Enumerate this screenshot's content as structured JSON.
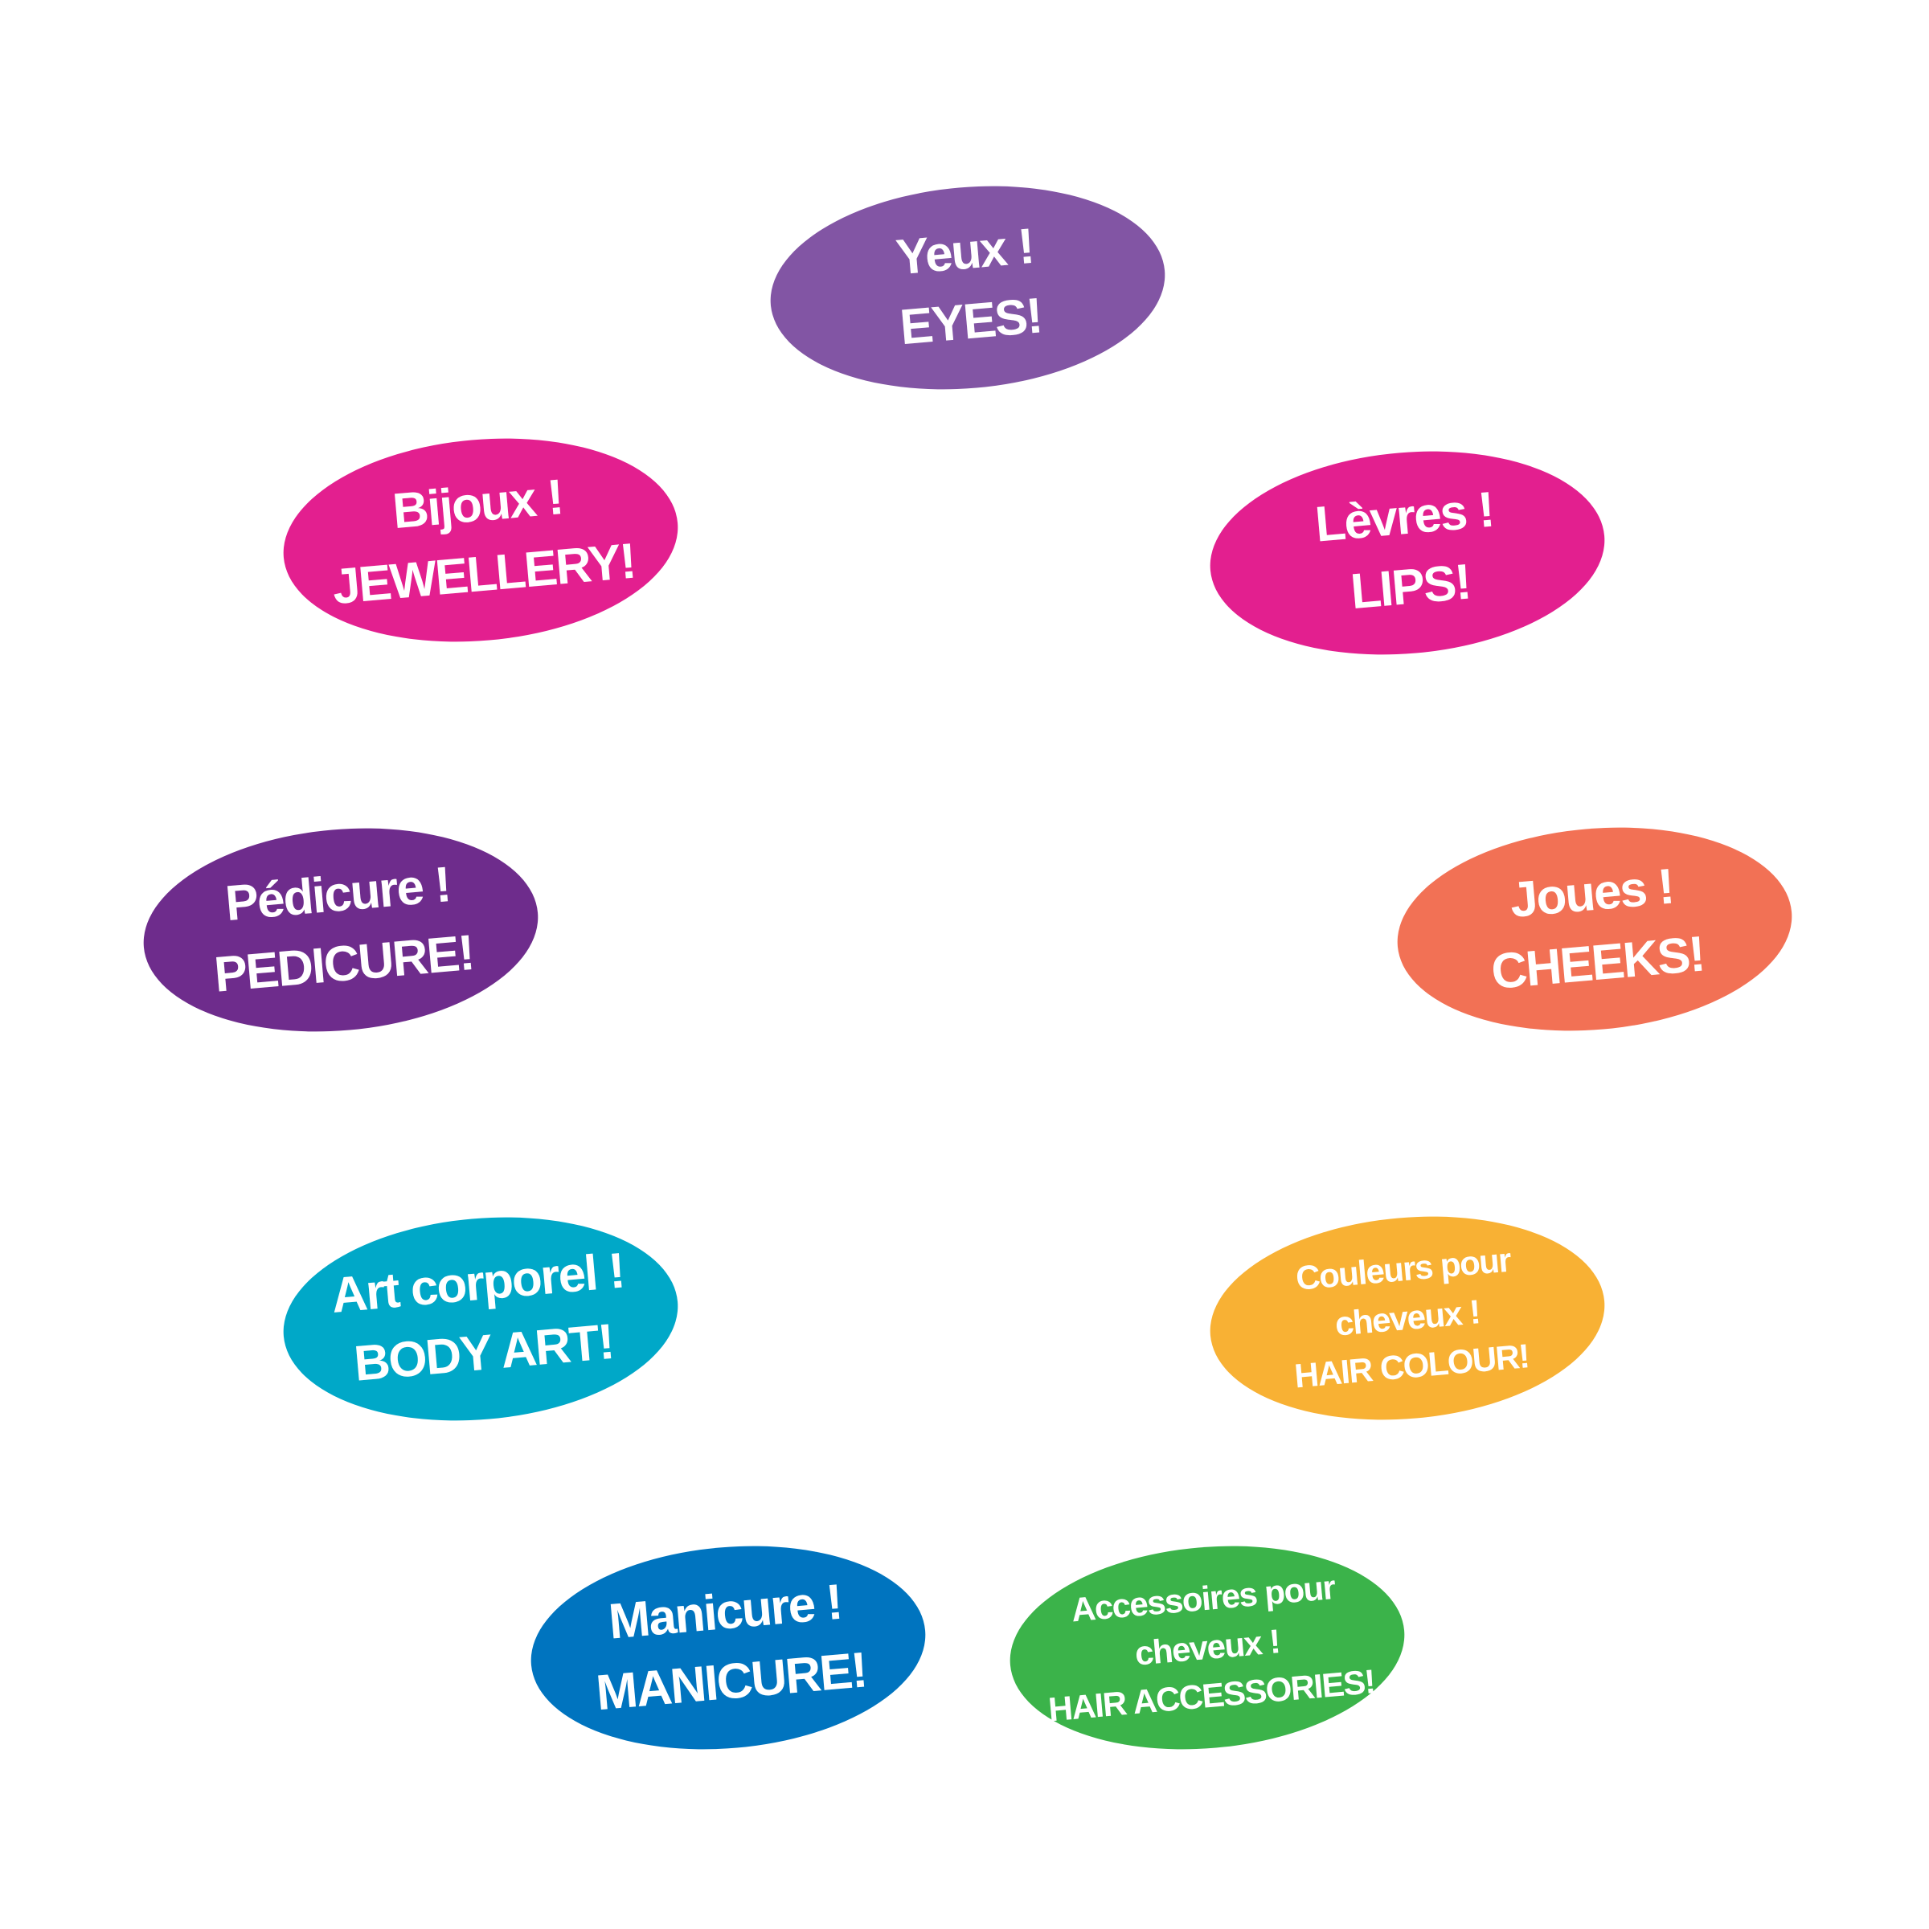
{
  "labels": {
    "eyes": {
      "lines": [
        "Yeux !",
        "EYES!"
      ],
      "color": "#8255a4"
    },
    "lips": {
      "lines": [
        "Lèvres !",
        "LIPS!"
      ],
      "color": "#e31f8f"
    },
    "jewellery": {
      "lines": [
        "Bijoux !",
        "JEWELLERY!"
      ],
      "color": "#e31f8f"
    },
    "cheeks": {
      "lines": [
        "Joues !",
        "CHEEKS!"
      ],
      "color": "#f27155"
    },
    "pedicure": {
      "lines": [
        "Pédicure !",
        "PEDICURE!"
      ],
      "color": "#6e2c8c"
    },
    "hair_colour": {
      "lines": [
        "Couleurs pour",
        "cheveux !",
        "HAIR COLOUR!"
      ],
      "color": "#f8b134"
    },
    "body_art": {
      "lines": [
        "Art corporel !",
        "BODY ART!"
      ],
      "color": "#00a8c8"
    },
    "manicure": {
      "lines": [
        "Manicure !",
        "MANICURE!"
      ],
      "color": "#0074bf"
    },
    "hair_accessories": {
      "lines": [
        "Accessoires pour",
        "cheveux !",
        "HAIR ACCESSORIES!"
      ],
      "color": "#3bb34a"
    }
  }
}
